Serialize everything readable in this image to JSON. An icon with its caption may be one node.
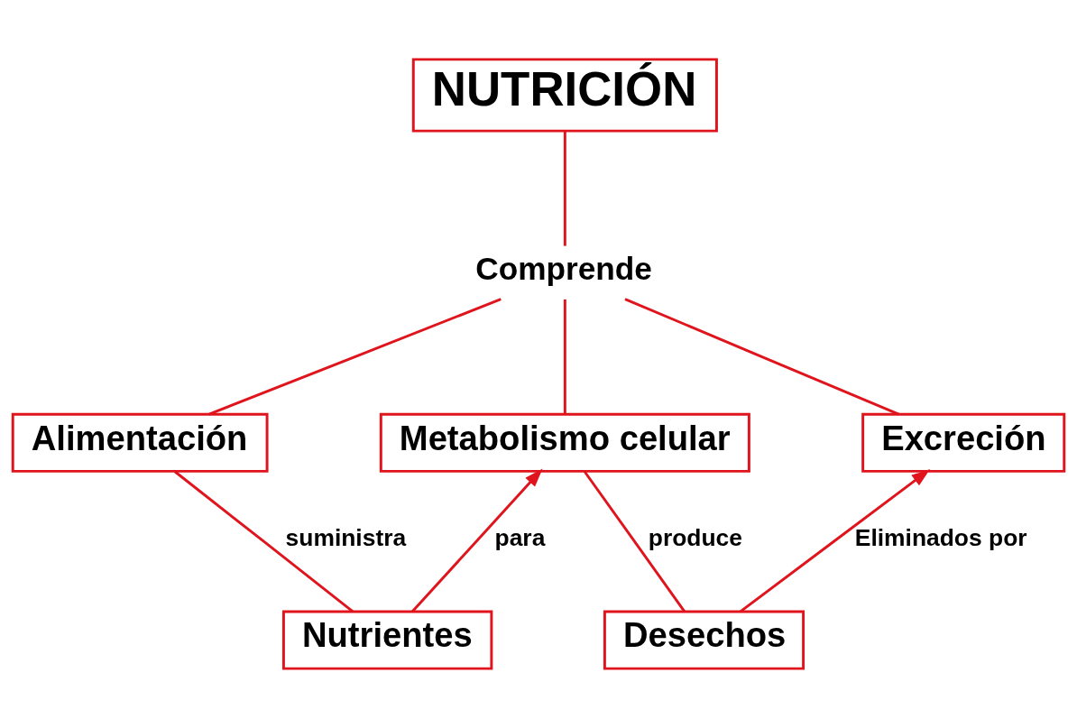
{
  "diagram": {
    "nodes": [
      {
        "text": [
          "NUTRICIÓN"
        ]
      },
      {
        "text": [
          "Comprende"
        ]
      },
      {
        "text": [
          "Alimentación"
        ]
      },
      {
        "text": [
          "Metabolismo celular"
        ]
      },
      {
        "text": [
          "Excreción"
        ]
      },
      {
        "text": [
          "Nutrientes"
        ]
      },
      {
        "text": [
          "Desechos"
        ]
      }
    ],
    "edges": [
      {
        "from": 0,
        "to": 1,
        "arrow": "none"
      },
      {
        "from": 1,
        "to": 2,
        "arrow": "none"
      },
      {
        "from": 1,
        "to": 3,
        "arrow": "none"
      },
      {
        "from": 1,
        "to": 4,
        "arrow": "none"
      },
      {
        "from": 2,
        "to": 5,
        "arrow": "none",
        "label": "suministra"
      },
      {
        "from": 5,
        "to": 3,
        "arrow": "to",
        "label": "para"
      },
      {
        "from": 3,
        "to": 6,
        "arrow": "none",
        "label": "produce"
      },
      {
        "from": 6,
        "to": 4,
        "arrow": "to",
        "label": "Eliminados por"
      }
    ]
  }
}
